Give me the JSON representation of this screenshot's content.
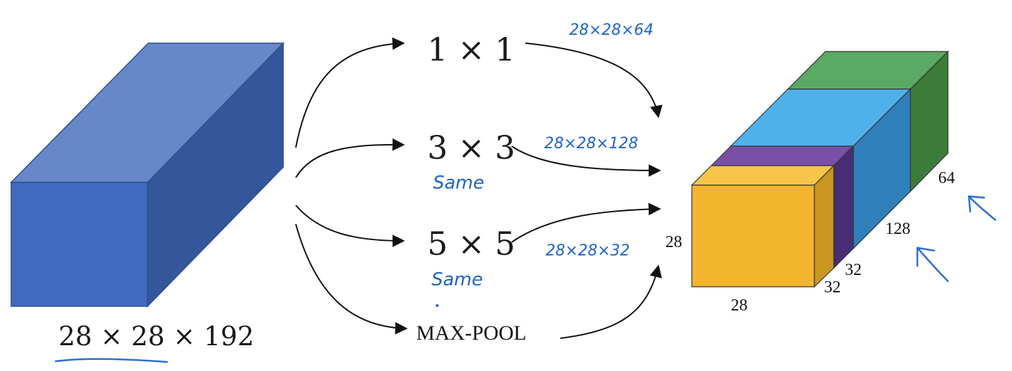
{
  "input_volume": {
    "label": "28 × 28 × 192",
    "front_color": "#3f6bbd",
    "top_color": "#6788c8",
    "side_color": "#34569a"
  },
  "operations": [
    {
      "label": "1 × 1",
      "padding_note": "",
      "output_note": "28×28×64"
    },
    {
      "label": "3 × 3",
      "padding_note": "Same",
      "output_note": "28×28×128"
    },
    {
      "label": "5 × 5",
      "padding_note": "Same",
      "output_note": "28×28×32"
    },
    {
      "label": "MAX-POOL",
      "padding_note": "",
      "output_note": ""
    }
  ],
  "output_volume": {
    "height_label": "28",
    "width_label": "28",
    "depth_labels": [
      "32",
      "32",
      "128",
      "64"
    ],
    "colors": {
      "yellow": "#f3b52e",
      "purple": "#7a4fa8",
      "blue": "#4fb1ea",
      "green": "#5aa964"
    }
  }
}
